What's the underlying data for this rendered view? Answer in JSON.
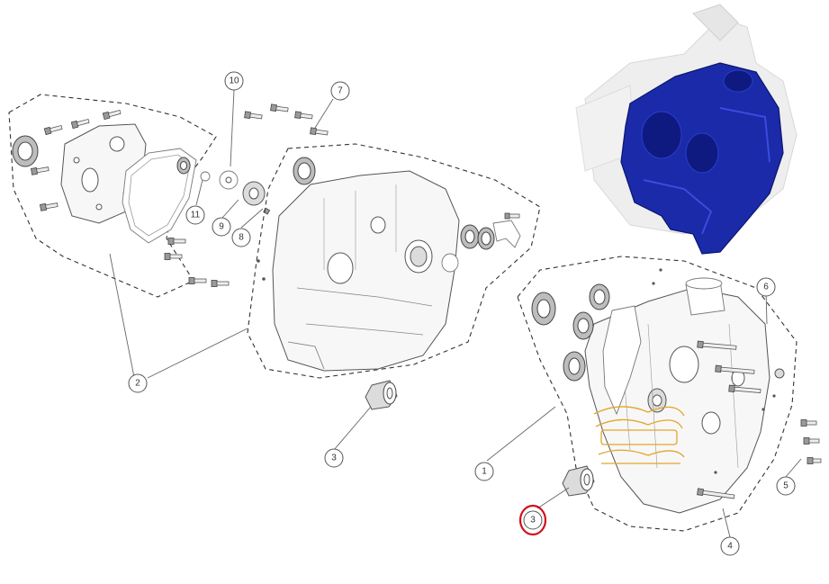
{
  "callouts": {
    "c1": "1",
    "c2": "2",
    "c3a": "3",
    "c3b": "3",
    "c4": "4",
    "c5": "5",
    "c6": "6",
    "c7": "7",
    "c8": "8",
    "c9": "9",
    "c10": "10",
    "c11": "11"
  },
  "colors": {
    "highlight": "#d0101a",
    "thumbnail_part": "#1a2aa8",
    "watermark": "#e3a52a"
  }
}
